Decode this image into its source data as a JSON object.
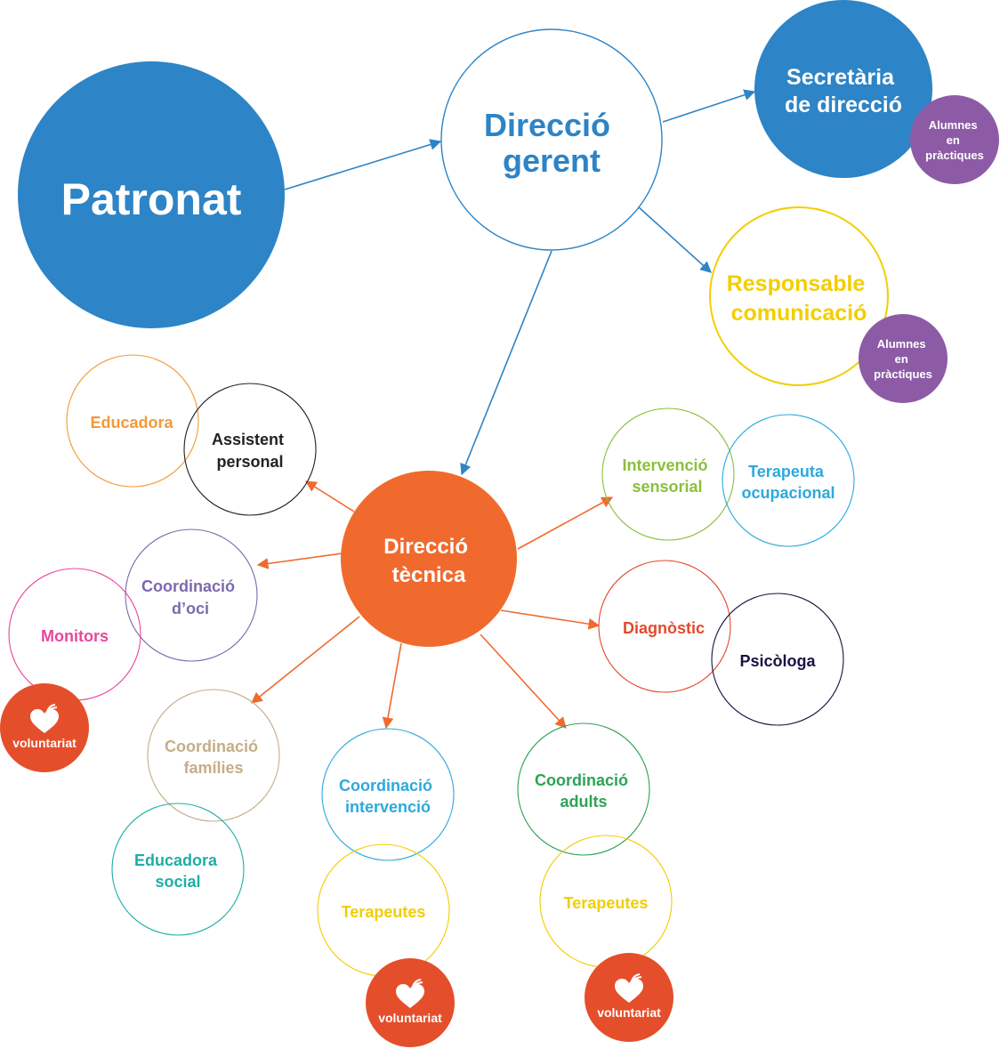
{
  "colors": {
    "blue": "#2D84C6",
    "orange": "#F06A2E",
    "yellow": "#F2CE00",
    "purple": "#8D5BA6",
    "red_orange": "#E54E2B",
    "light_orange": "#F29A38",
    "dark": "#222222",
    "violet": "#7C6AAE",
    "pink": "#E8479A",
    "tan": "#C4AE88",
    "teal": "#1FAEA6",
    "sky": "#2DA9DC",
    "green": "#8BBF3C",
    "dark_green": "#2EA255",
    "red": "#E24A2E",
    "navy": "#1B1340"
  },
  "nodes": {
    "patronat": "Patronat",
    "direccio_gerent": [
      "Direcció",
      "gerent"
    ],
    "secretaria": [
      "Secretària",
      "de direcció"
    ],
    "alumnes_1": [
      "Alumnes",
      "en",
      "pràctiques"
    ],
    "responsable": [
      "Responsable",
      "comunicació"
    ],
    "alumnes_2": [
      "Alumnes",
      "en",
      "pràctiques"
    ],
    "direccio_tecnica": [
      "Direcció",
      "tècnica"
    ],
    "educadora": "Educadora",
    "assistent": [
      "Assistent",
      "personal"
    ],
    "coord_oci": [
      "Coordinació",
      "d’oci"
    ],
    "monitors": "Monitors",
    "voluntariat_1": "voluntariat",
    "coord_families": [
      "Coordinació",
      "famílies"
    ],
    "educadora_social": [
      "Educadora",
      "social"
    ],
    "coord_intervencio": [
      "Coordinació",
      "intervenció"
    ],
    "terapeutes_1": "Terapeutes",
    "voluntariat_2": "voluntariat",
    "coord_adults": [
      "Coordinació",
      "adults"
    ],
    "terapeutes_2": "Terapeutes",
    "voluntariat_3": "voluntariat",
    "intervencio_sensorial": [
      "Intervenció",
      "sensorial"
    ],
    "terapeuta_ocupacional": [
      "Terapeuta",
      "ocupacional"
    ],
    "diagnostic": "Diagnòstic",
    "psicologa": "Psicòloga"
  }
}
